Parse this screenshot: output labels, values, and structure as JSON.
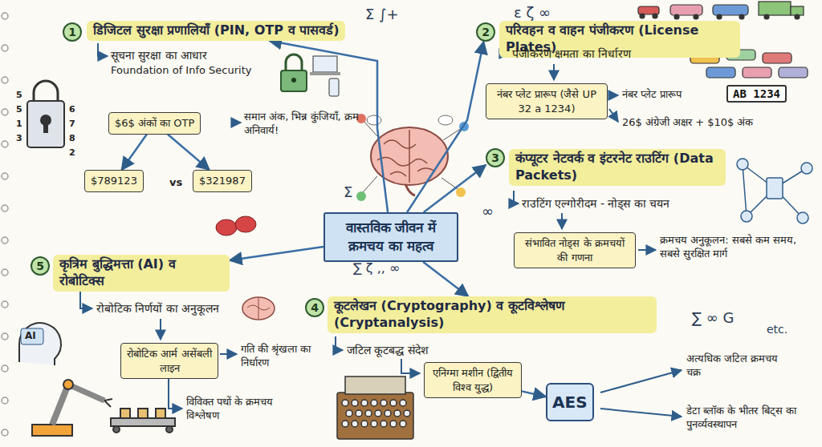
{
  "diagram": {
    "title": "वास्तविक जीवन में क्रमचय का महत्व",
    "nodes": [
      {
        "text": [
          "1"
        ]
      },
      {
        "text": [
          "डिजिटल सुरक्षा प्रणालियाँ (PIN, OTP व पासवर्ड)"
        ]
      },
      {
        "text": [
          "$6$ अंकों का OTP"
        ]
      },
      {
        "text": [
          "$789123"
        ]
      },
      {
        "text": [
          "$321987"
        ]
      },
      {
        "text": [
          "2"
        ]
      },
      {
        "text": [
          "परिवहन व वाहन पंजीकरण (License Plates)"
        ]
      },
      {
        "text": [
          "नंबर प्लेट प्रारूप (जैसे UP 32 a 1234)"
        ]
      },
      {
        "text": [
          "AB 1234"
        ]
      },
      {
        "text": [
          "3"
        ]
      },
      {
        "text": [
          "कंप्यूटर नेटवर्क व इंटरनेट राउटिंग (Data Packets)"
        ]
      },
      {
        "text": [
          "संभावित नोड्स के क्रमचयों की गणना"
        ]
      },
      {
        "text": [
          "वास्तविक जीवन में क्रमचय का महत्व"
        ]
      },
      {
        "text": [
          "5"
        ]
      },
      {
        "text": [
          "कृत्रिम बुद्धिमत्ता (AI) व रोबोटिक्स"
        ]
      },
      {
        "text": [
          "रोबोटिक आर्म असेंबली लाइन"
        ]
      },
      {
        "text": [
          "4"
        ]
      },
      {
        "text": [
          "कूटलेखन (Cryptography) व कूटविश्लेषण (Cryptanalysis)"
        ]
      },
      {
        "text": [
          "एनिग्मा मशीन (द्वितीय विश्व युद्ध)"
        ]
      },
      {
        "text": [
          "AES"
        ]
      }
    ],
    "edges": [
      {
        "from": 12,
        "to": 1,
        "arrow": "to"
      },
      {
        "from": 12,
        "to": 5,
        "arrow": "to"
      },
      {
        "from": 12,
        "to": 9,
        "arrow": "to"
      },
      {
        "from": 12,
        "to": 17,
        "arrow": "to"
      },
      {
        "from": 12,
        "to": 14,
        "arrow": "to"
      },
      {
        "from": 2,
        "to": 3,
        "arrow": "to"
      },
      {
        "from": 2,
        "to": 4,
        "arrow": "to"
      },
      {
        "from": 18,
        "to": 19,
        "arrow": "to"
      }
    ],
    "labels": [
      "Σ ∫+",
      "ε ζ ∞",
      "सूचना सुरक्षा का आधार",
      "Foundation of Info Security",
      "5",
      "5",
      "1",
      "3",
      "6",
      "7",
      "8",
      "2",
      "समान अंक, भिन्न कुंजियाँ, क्रम अनिवार्य!",
      "vs",
      "पंजीकरण क्षमता का निर्धारण",
      "नंबर प्लेट प्रारूप",
      "26$ अंग्रेजी अक्षर + $10$ अंक",
      "राउटिंग एल्गोरीदम - नोड्स का चयन",
      "क्रमचय अनुकूलन: सबसे कम समय, सबसे सुरक्षित मार्ग",
      "Σ",
      "∞",
      "∑ ζ ,, ∞",
      "रोबोटिक निर्णयों का अनुकूलन",
      "AI",
      "गति की श्रृंखला का निर्धारण",
      "विविक्त पथों के क्रमचय विश्लेषण",
      "जटिल कूटबद्ध संदेश",
      "अत्यधिक जटिल क्रमचय चक्र",
      "डेटा ब्लॉक के भीतर बिट्स का पुनर्व्यवस्थापन",
      "∑ ∞ G",
      "etc."
    ]
  }
}
